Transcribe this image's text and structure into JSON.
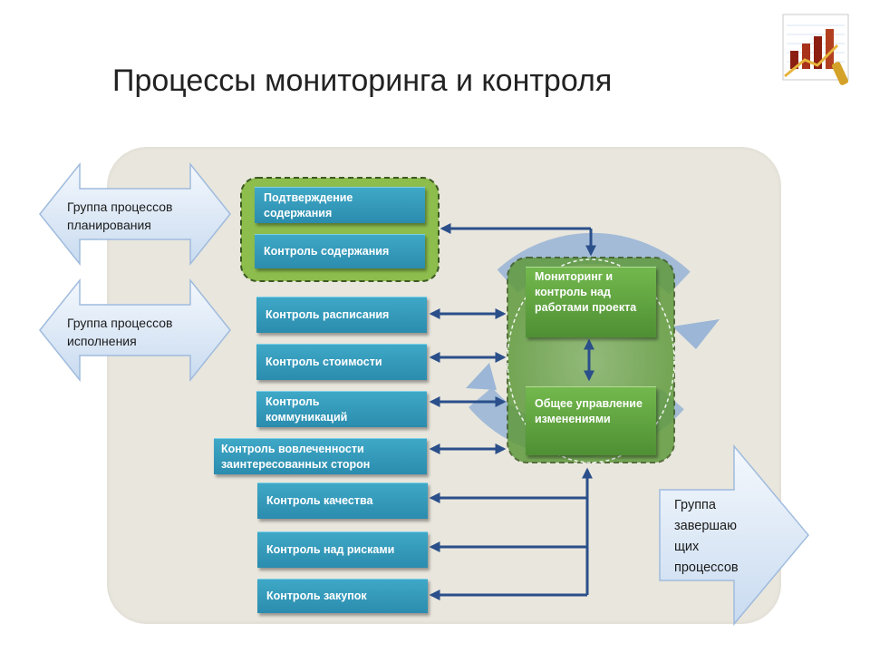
{
  "slide": {
    "title": "Процессы мониторинга и контроля"
  },
  "groups": {
    "planning": "Группа процессов планирования",
    "execution": "Группа процессов исполнения",
    "closing_lines": [
      "Группа",
      "завершаю",
      "щих",
      "процессов"
    ]
  },
  "scope_processes": [
    "Подтверждение содержания",
    "Контроль содержания"
  ],
  "monitoring": {
    "work": "Мониторинг и контроль над работами проекта",
    "change": "Общее управление изменениями"
  },
  "control_processes": [
    "Контроль расписания",
    "Контроль стоимости",
    "Контроль коммуникаций",
    "Контроль вовлеченности заинтересованных сторон",
    "Контроль качества",
    "Контроль над рисками",
    "Контроль закупок"
  ],
  "colors": {
    "process_fill": "#2f93b6",
    "monitor_fill": "#5fa13e",
    "arrow": "#2a4f8a",
    "cycle": "#9bb6d6",
    "group_arrow": "#dce8f6",
    "panel": "#e9e6dd"
  }
}
